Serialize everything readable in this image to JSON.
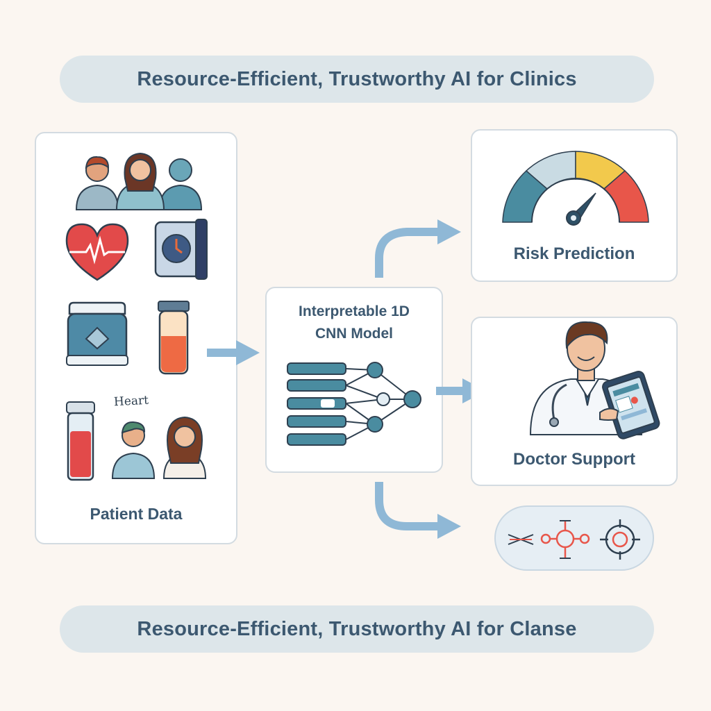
{
  "header": {
    "title": "Resource-Efficient, Trustworthy AI for Clinics"
  },
  "footer": {
    "title": "Resource-Efficient, Trustworthy AI for Clanse"
  },
  "patient_panel": {
    "label": "Patient Data",
    "handwritten_note": "Heart"
  },
  "model_panel": {
    "title_line1": "Interpretable 1D",
    "title_line2": "CNN Model"
  },
  "risk_panel": {
    "label": "Risk Prediction"
  },
  "doctor_panel": {
    "label": "Doctor Support"
  },
  "explain_panel": {
    "icons": [
      "scissors-icon",
      "network-node-icon",
      "target-icon"
    ]
  },
  "colors": {
    "accent": "#3c5870",
    "arrow": "#8fb8d6",
    "teal": "#4a8ca0",
    "gauge_low": "#4a8ca0",
    "gauge_mid_low": "#c9dbe3",
    "gauge_mid_high": "#f2c94c",
    "gauge_high": "#e8564a",
    "heart": "#e24a4a"
  }
}
